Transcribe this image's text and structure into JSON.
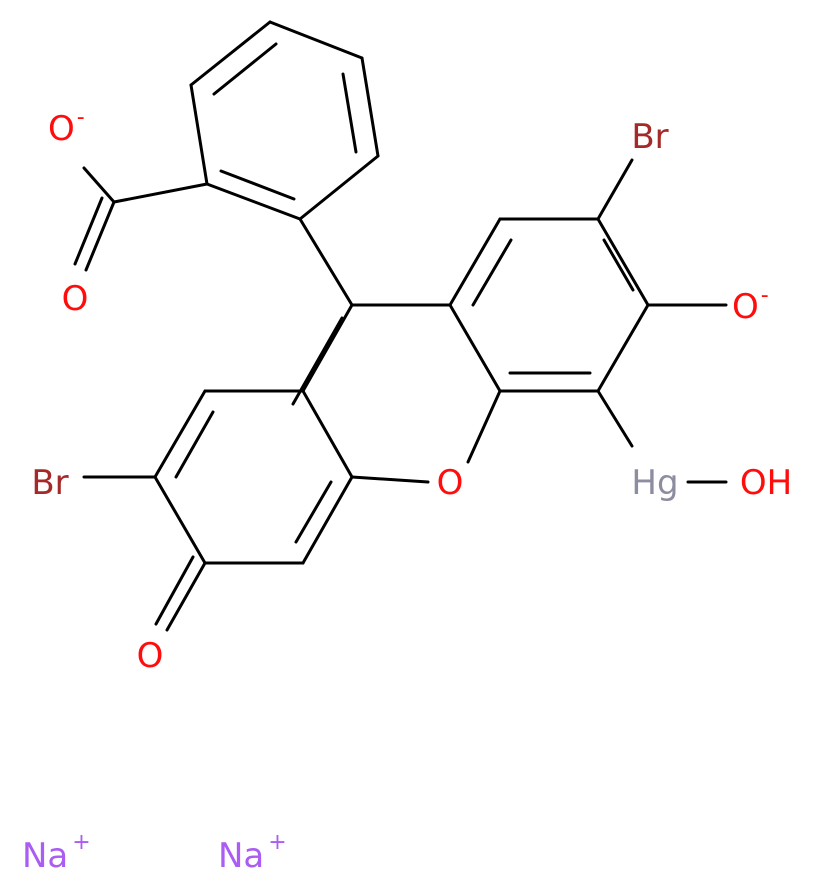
{
  "colors": {
    "O": "#ff0d0d",
    "Br": "#a62929",
    "Hg": "#8d8da1",
    "Na": "#ab5cf2",
    "bond": "#000000"
  },
  "atoms": {
    "carboxylate_o": "O",
    "carboxylate_o_charge": "-",
    "carbonyl_o_acid": "O",
    "br_top": "Br",
    "phenoxide_o": "O",
    "phenoxide_o_charge": "-",
    "hg": "Hg",
    "hydroxyl": "OH",
    "br_left": "Br",
    "ring_o": "O",
    "ketone_o": "O"
  },
  "counterions": [
    {
      "symbol": "Na",
      "charge": "+"
    },
    {
      "symbol": "Na",
      "charge": "+"
    }
  ]
}
